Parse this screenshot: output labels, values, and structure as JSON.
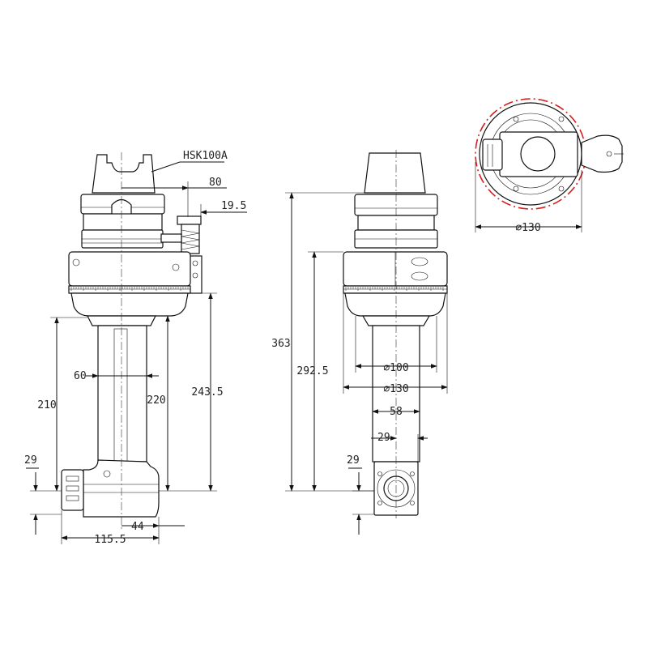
{
  "labels": {
    "interface": "HSK100A",
    "d_80": "80",
    "d_19_5": "19.5",
    "d_60": "60",
    "d_210": "210",
    "d_220": "220",
    "d_243_5": "243.5",
    "d_29_left": "29",
    "d_44": "44",
    "d_115_5": "115.5",
    "d_363": "363",
    "d_292_5": "292.5",
    "d_phi100": "∅100",
    "d_phi130_front": "∅130",
    "d_58": "58",
    "d_29_front_top": "29",
    "d_29_front_side": "29",
    "d_phi130_top": "∅130"
  },
  "colors": {
    "line": "#111111",
    "dimension_text": "#222222",
    "rotation_circle": "#d62020",
    "background": "#ffffff"
  }
}
